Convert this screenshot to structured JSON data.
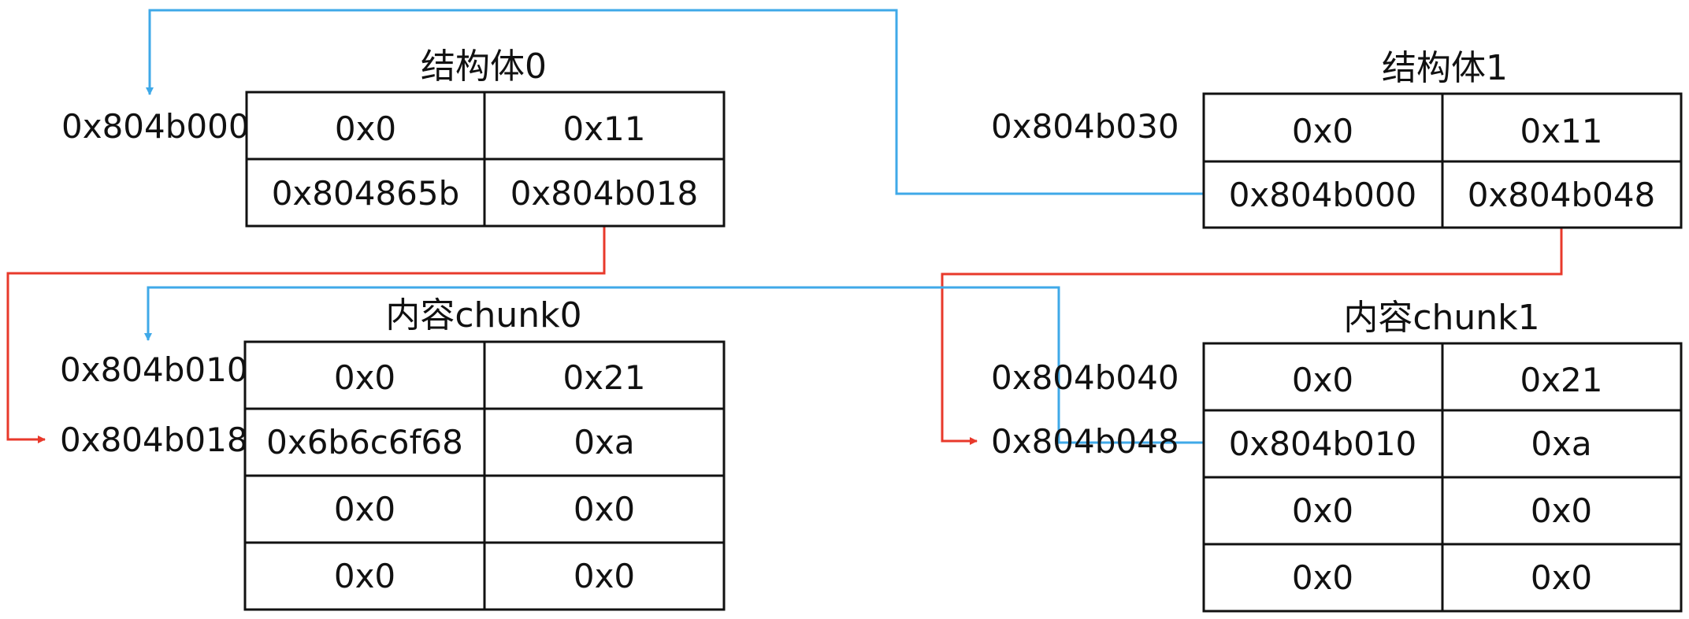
{
  "colors": {
    "blue": "#3fa9e8",
    "red": "#e8392b",
    "ink": "#111111"
  },
  "blocks": [
    {
      "id": "struct0",
      "title": "结构体0",
      "addresses": [
        "0x804b000"
      ],
      "rows": [
        [
          "0x0",
          "0x11"
        ],
        [
          "0x804865b",
          "0x804b018"
        ]
      ]
    },
    {
      "id": "struct1",
      "title": "结构体1",
      "addresses": [
        "0x804b030"
      ],
      "rows": [
        [
          "0x0",
          "0x11"
        ],
        [
          "0x804b000",
          "0x804b048"
        ]
      ]
    },
    {
      "id": "chunk0",
      "title": "内容chunk0",
      "addresses": [
        "0x804b010",
        "0x804b018"
      ],
      "rows": [
        [
          "0x0",
          "0x21"
        ],
        [
          "0x6b6c6f68",
          "0xa"
        ],
        [
          "0x0",
          "0x0"
        ],
        [
          "0x0",
          "0x0"
        ]
      ]
    },
    {
      "id": "chunk1",
      "title": "内容chunk1",
      "addresses": [
        "0x804b040",
        "0x804b048"
      ],
      "rows": [
        [
          "0x0",
          "0x21"
        ],
        [
          "0x804b010",
          "0xa"
        ],
        [
          "0x0",
          "0x0"
        ],
        [
          "0x0",
          "0x0"
        ]
      ]
    }
  ],
  "pointers": [
    {
      "from": "struct1.row1.col0",
      "to": "0x804b000",
      "color": "blue"
    },
    {
      "from": "struct0.row1.col1",
      "to": "0x804b018",
      "color": "red"
    },
    {
      "from": "struct1.row1.col1",
      "to": "0x804b048",
      "color": "red"
    },
    {
      "from": "chunk1.row1.col0",
      "to": "0x804b010",
      "color": "blue"
    }
  ]
}
